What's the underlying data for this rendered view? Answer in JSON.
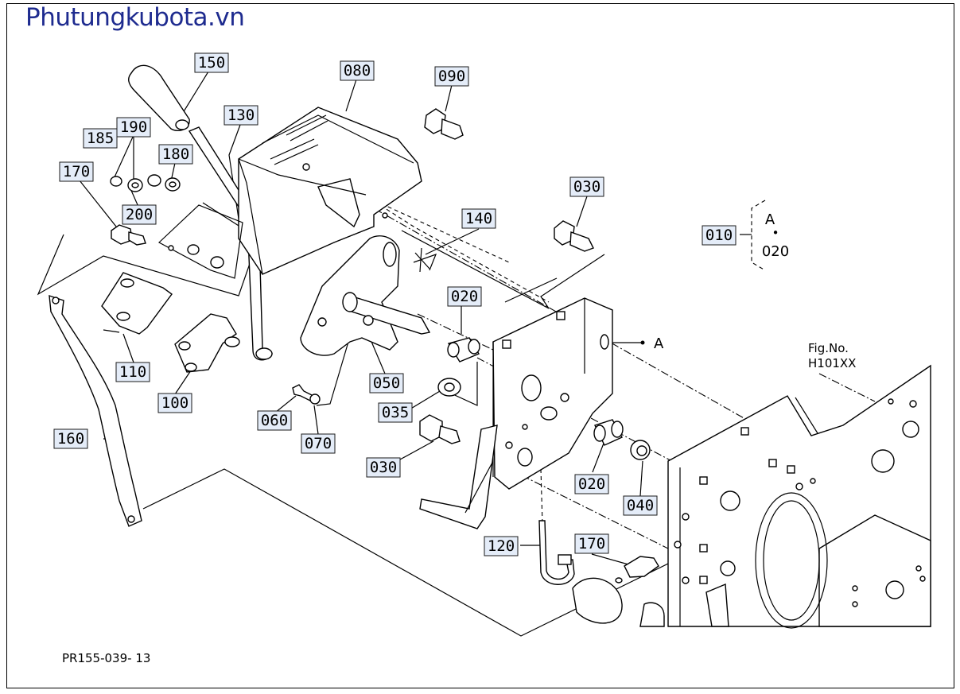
{
  "watermark": "Phutungkubota.vn",
  "drawing_code": "PR155-039- 13",
  "figure_ref": {
    "label": "Fig.No.",
    "code": "H101XX"
  },
  "detail_a": {
    "label": "010",
    "letter": "A",
    "dot": "•",
    "sub": "020"
  },
  "arrow_label": "A",
  "callouts": [
    {
      "id": "150",
      "label": "150"
    },
    {
      "id": "080",
      "label": "080"
    },
    {
      "id": "090",
      "label": "090"
    },
    {
      "id": "130",
      "label": "130"
    },
    {
      "id": "190",
      "label": "190"
    },
    {
      "id": "185",
      "label": "185"
    },
    {
      "id": "180",
      "label": "180"
    },
    {
      "id": "170a",
      "label": "170"
    },
    {
      "id": "200",
      "label": "200"
    },
    {
      "id": "030a",
      "label": "030"
    },
    {
      "id": "140",
      "label": "140"
    },
    {
      "id": "020a",
      "label": "020"
    },
    {
      "id": "110",
      "label": "110"
    },
    {
      "id": "100",
      "label": "100"
    },
    {
      "id": "050",
      "label": "050"
    },
    {
      "id": "035",
      "label": "035"
    },
    {
      "id": "060",
      "label": "060"
    },
    {
      "id": "070",
      "label": "070"
    },
    {
      "id": "030b",
      "label": "030"
    },
    {
      "id": "160",
      "label": "160"
    },
    {
      "id": "020b",
      "label": "020"
    },
    {
      "id": "040",
      "label": "040"
    },
    {
      "id": "120",
      "label": "120"
    },
    {
      "id": "170b",
      "label": "170"
    }
  ]
}
